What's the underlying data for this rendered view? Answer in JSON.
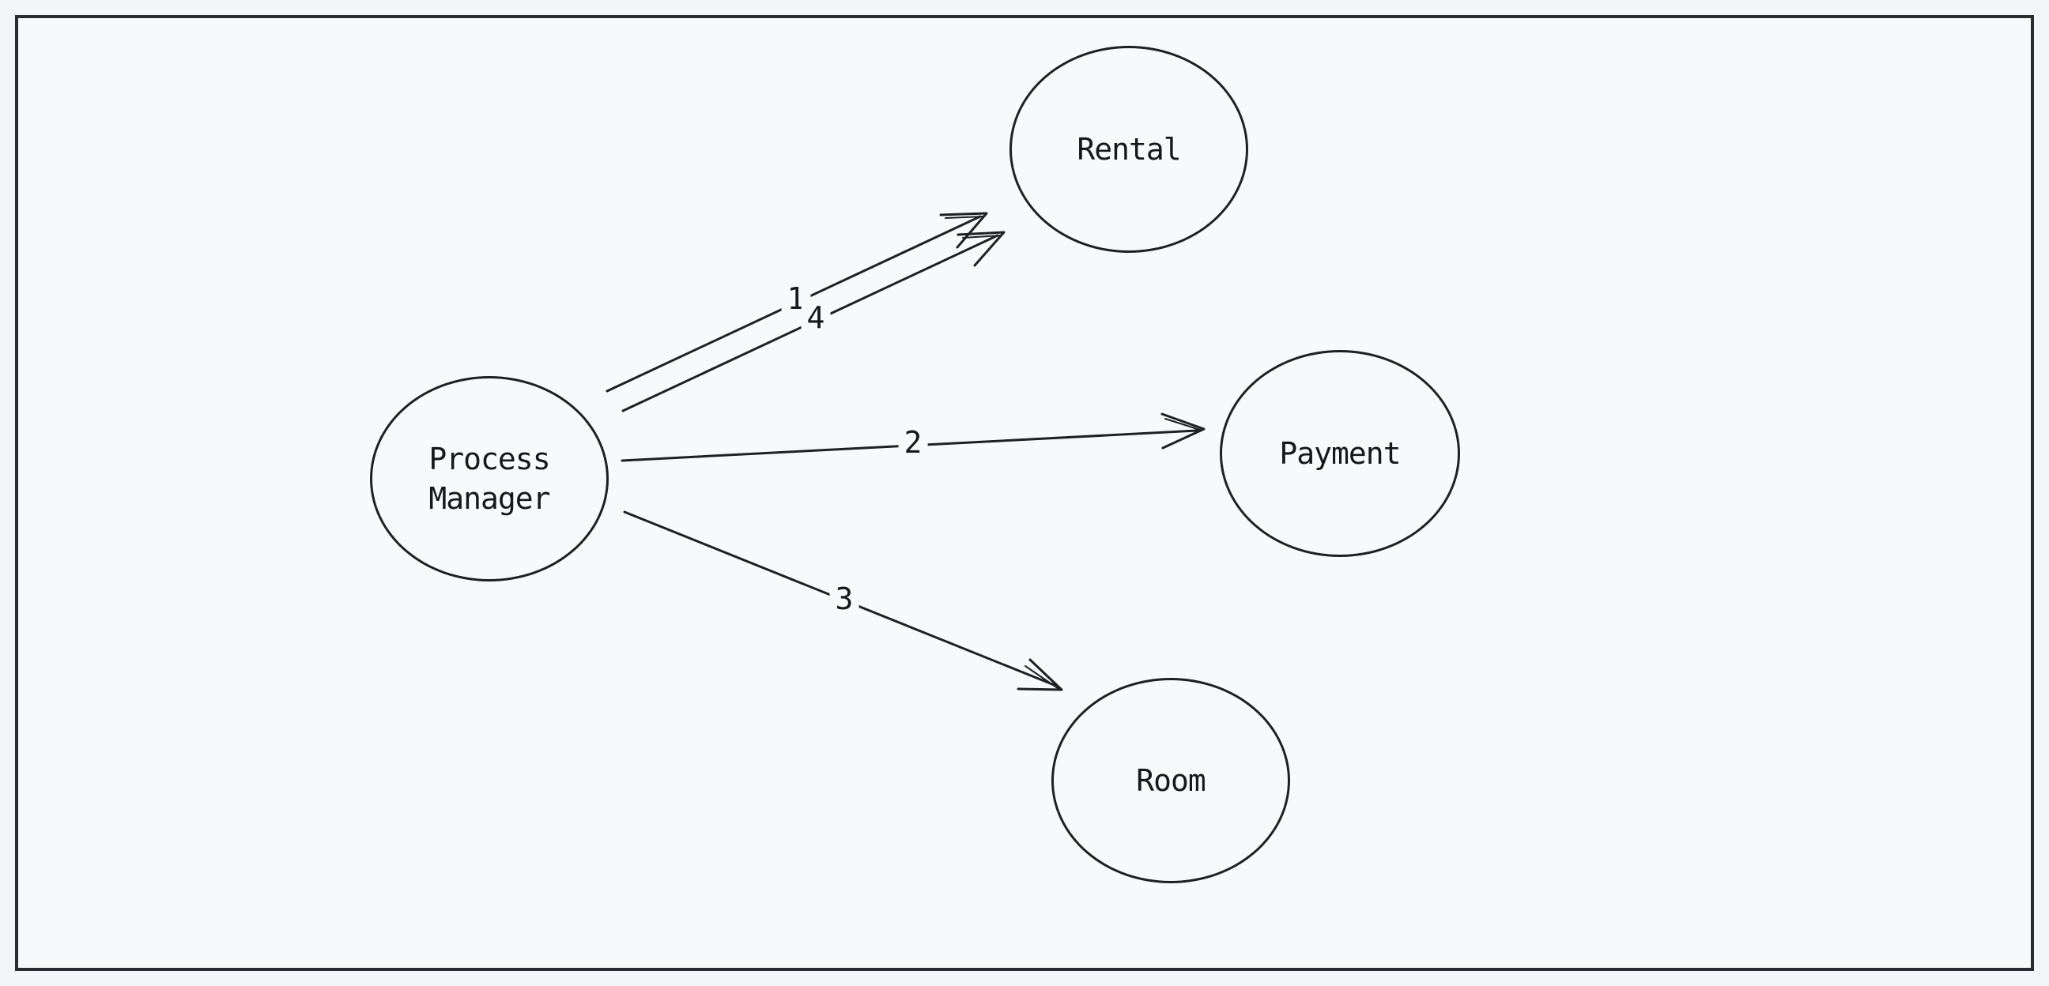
{
  "diagram": {
    "type": "communication-diagram",
    "nodes": [
      {
        "id": "process-manager",
        "label": "Process Manager",
        "lines": [
          "Process",
          "Manager"
        ]
      },
      {
        "id": "rental",
        "label": "Rental",
        "lines": [
          "Rental"
        ]
      },
      {
        "id": "payment",
        "label": "Payment",
        "lines": [
          "Payment"
        ]
      },
      {
        "id": "room",
        "label": "Room",
        "lines": [
          "Room"
        ]
      }
    ],
    "edges": [
      {
        "label": "1",
        "from": "Process Manager",
        "to": "Rental"
      },
      {
        "label": "2",
        "from": "Process Manager",
        "to": "Payment"
      },
      {
        "label": "3",
        "from": "Process Manager",
        "to": "Room"
      },
      {
        "label": "4",
        "from": "Process Manager",
        "to": "Rental"
      }
    ],
    "colors": {
      "page_background": "#f4f5f8",
      "frame_border": "#2b2c31",
      "diagram_background": "#f8f9fb",
      "stroke": "#1f2023",
      "text": "#17181c"
    }
  }
}
